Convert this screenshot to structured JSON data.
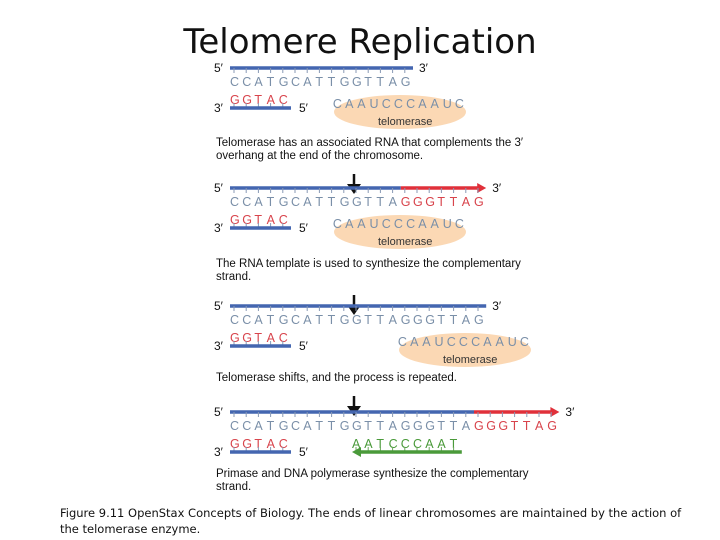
{
  "title": "Telomere Replication",
  "caption": "Figure 9.11 OpenStax Concepts of Biology. The ends of linear chromosomes are maintained by the action of the telomerase enzyme.",
  "colors": {
    "template_strand": "#4466b0",
    "telomerase_extension": "#e0303a",
    "primer_strand": "#4a9a3a",
    "base_gray": "#7a8fa8",
    "base_red": "#d8444c",
    "base_green": "#4a9a3a",
    "enzyme_fill": "#fbd8b4"
  },
  "labels": {
    "five_prime": "5′",
    "three_prime": "3′",
    "enzyme": "telomerase"
  },
  "panels": [
    {
      "top_seq": "CCATGCATTGGTTAG",
      "top_ext": "",
      "bottom_seq": "GGTAC",
      "rna": "CAAUCCCAAUC",
      "new_strand": "",
      "description": "Telomerase has an associated RNA that complements the 3′ overhang at the end of the chromosome."
    },
    {
      "top_seq": "CCATGCATTGGTTA",
      "top_ext": "GGGTTAG",
      "bottom_seq": "GGTAC",
      "rna": "CAAUCCCAAUC",
      "new_strand": "",
      "description": "The RNA template is used to synthesize the complementary strand."
    },
    {
      "top_seq": "CCATGCATTGGTTAGGGTTAG",
      "top_ext": "",
      "bottom_seq": "GGTAC",
      "rna": "CAAUCCCAAUC",
      "new_strand": "",
      "description": "Telomerase shifts, and the process is repeated."
    },
    {
      "top_seq": "CCATGCATTGGTTAGGGTTA",
      "top_ext": "GGGTTAG",
      "bottom_seq": "GGTAC",
      "rna": "",
      "new_strand": "AATCCCAAT",
      "description": "Primase and DNA polymerase synthesize the complementary strand."
    }
  ]
}
